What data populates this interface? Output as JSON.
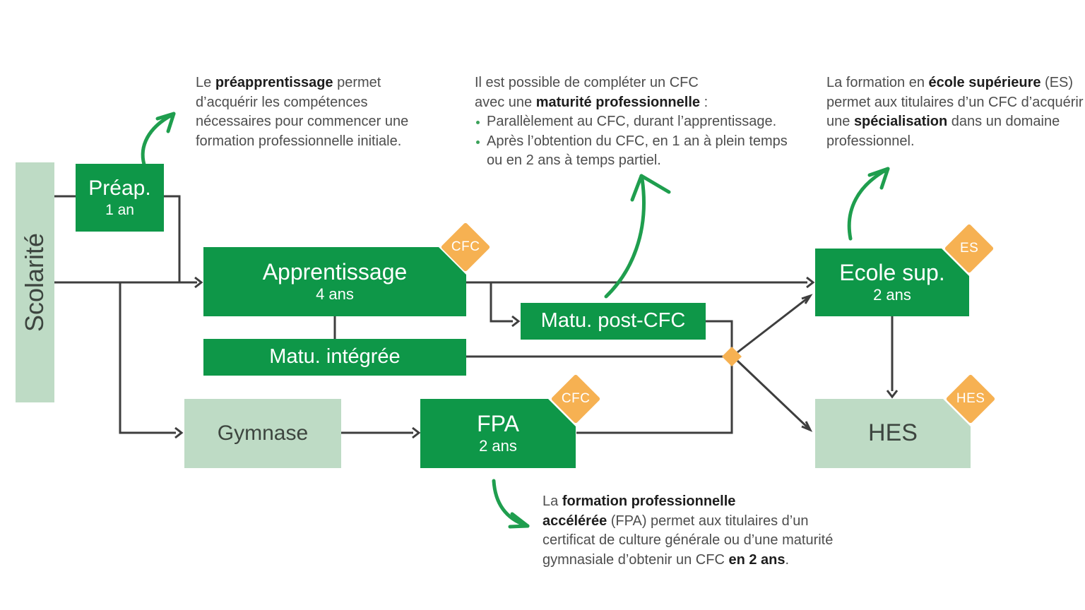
{
  "colors": {
    "box_green": "#0e9748",
    "box_light_green": "#bedbc5",
    "badge_orange": "#f6b152",
    "connector_gray": "#3e3e3e",
    "sketch_arrow_green": "#1f9e4e",
    "text_dark": "#1d1d1d",
    "text_gray": "#4d4d4d",
    "box_text_white": "#ffffff",
    "box_text_dark": "#3d453f"
  },
  "axis": {
    "scolarite_label": "Scolarité"
  },
  "boxes": {
    "preap": {
      "title": "Préap.",
      "subtitle": "1 an"
    },
    "apprentissage": {
      "title": "Apprentissage",
      "subtitle": "4 ans",
      "badge": "CFC"
    },
    "matu_post_cfc": {
      "title": "Matu. post-CFC"
    },
    "matu_integree": {
      "title": "Matu. intégrée"
    },
    "gymnase": {
      "title": "Gymnase"
    },
    "fpa": {
      "title": "FPA",
      "subtitle": "2 ans",
      "badge": "CFC"
    },
    "ecole_sup": {
      "title": "Ecole sup.",
      "subtitle": "2 ans",
      "badge": "ES"
    },
    "hes": {
      "title": "HES",
      "badge": "HES"
    }
  },
  "annotations": {
    "preap": {
      "l1a": "Le ",
      "l1b": "préapprentissage",
      "l1c": " permet",
      "l2": "d’acquérir les compétences",
      "l3": "nécessaires pour commencer une",
      "l4": "formation professionnelle initiale."
    },
    "matu_pro": {
      "l1": "Il est possible de compléter un CFC",
      "l2a": "avec une ",
      "l2b": "maturité professionnelle",
      "l2c": " :",
      "bullet1": "Parallèlement au CFC, durant l’apprentissage.",
      "bullet2a": "Après l’obtention du CFC, en 1 an à plein temps",
      "bullet2b": "ou en 2 ans à temps partiel."
    },
    "ecole_sup": {
      "l1a": "La formation en ",
      "l1b": "école supérieure",
      "l1c": " (ES)",
      "l2": "permet aux titulaires d’un CFC d’acquérir",
      "l3a": "une ",
      "l3b": "spécialisation",
      "l3c": " dans un domaine",
      "l4": "professionnel."
    },
    "fpa": {
      "l1a": "La ",
      "l1b": "formation professionnelle",
      "l2a": "accélérée",
      "l2b": " (FPA) permet aux titulaires d’un",
      "l3": "certificat de culture générale ou d’une maturité",
      "l4a": "gymnasiale d’obtenir un CFC ",
      "l4b": "en 2 ans",
      "l4c": "."
    }
  }
}
